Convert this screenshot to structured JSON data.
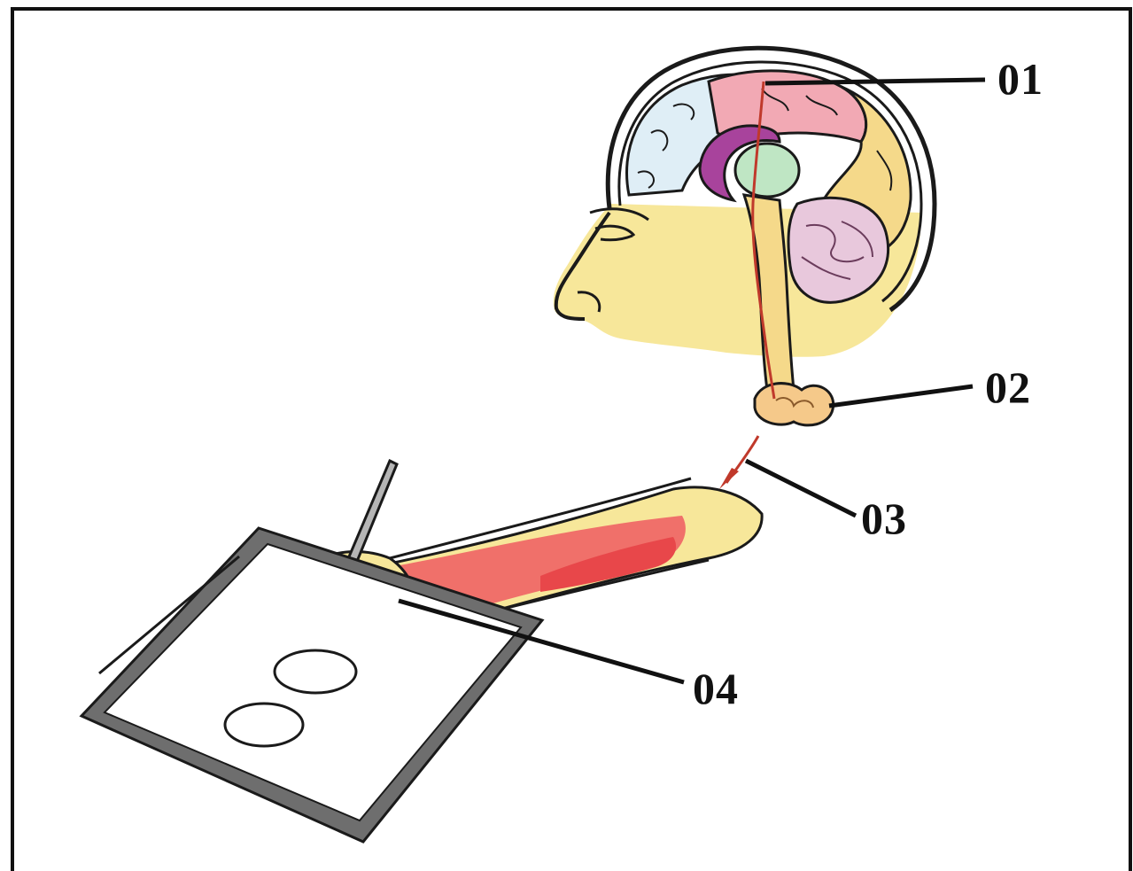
{
  "labels": {
    "brain": "01",
    "spinal_cord": "02",
    "nerve": "03",
    "hand": "04"
  },
  "colors": {
    "skin": "#f7e79a",
    "muscle": "#f0706a",
    "muscle_dark": "#e8474a",
    "cortex_pink": "#f2a9b4",
    "cortex_blue": "#dfeef6",
    "limbic_purple": "#a8439c",
    "thalamus_green": "#bfe6c4",
    "cerebellum": "#e8c8dc",
    "nerve_path": "#c0392b",
    "tablet_frame": "#6e6e6e",
    "outline": "#1a1a1a"
  }
}
